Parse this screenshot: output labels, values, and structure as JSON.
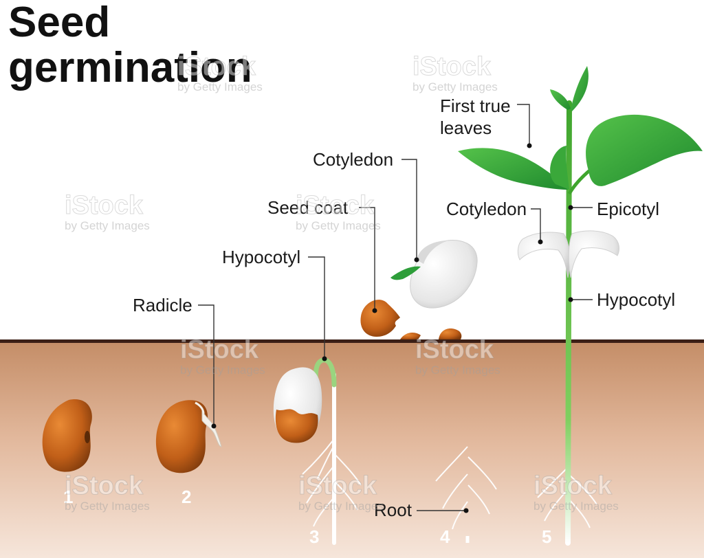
{
  "title": {
    "line1": "Seed",
    "line2": "germination"
  },
  "labels": {
    "first_true_leaves_1": "First true",
    "first_true_leaves_2": "leaves",
    "cotyledon_stage4": "Cotyledon",
    "seed_coat": "Seed coat",
    "hypocotyl_stage3": "Hypocotyl",
    "radicle": "Radicle",
    "cotyledon_stage5": "Cotyledon",
    "epicotyl": "Epicotyl",
    "hypocotyl_stage5": "Hypocotyl",
    "root": "Root"
  },
  "stages": [
    "1",
    "2",
    "3",
    "4",
    "5"
  ],
  "watermark": {
    "main": "iStock",
    "sub": "by Getty Images"
  },
  "colors": {
    "soil_top": "#c9916a",
    "soil_bottom": "#f2ddd0",
    "ground_line": "#3b1f16",
    "seed_brown": "#c4631a",
    "stem_green": "#55b436",
    "leaf_green": "#2e9e3a",
    "cotyledon_white": "#f1f1f1",
    "root_white": "#ffffff"
  }
}
